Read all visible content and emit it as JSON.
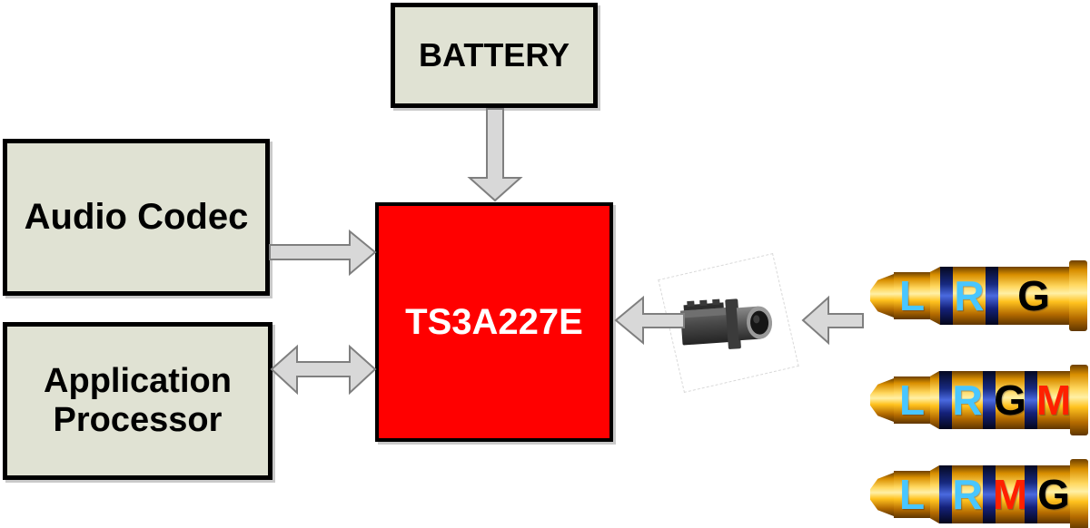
{
  "diagram": {
    "blocks": {
      "battery": "BATTERY",
      "audio_codec": "Audio Codec",
      "application_processor": "Application Processor",
      "chip": "TS3A227E"
    },
    "connections": [
      {
        "from": "BATTERY",
        "to": "TS3A227E",
        "direction": "down",
        "heads": "single"
      },
      {
        "from": "Audio Codec",
        "to": "TS3A227E",
        "direction": "right",
        "heads": "single"
      },
      {
        "from": "Application Processor",
        "to": "TS3A227E",
        "direction": "bidirectional",
        "heads": "double"
      },
      {
        "from": "audio-jack",
        "to": "TS3A227E",
        "direction": "left",
        "heads": "single"
      },
      {
        "from": "headset-plugs",
        "to": "audio-jack",
        "direction": "left",
        "heads": "single"
      }
    ],
    "colors": {
      "chip_fill": "#ff0000",
      "chip_text": "#ffffff",
      "block_fill": "#e0e2d3",
      "block_border": "#000000",
      "arrow_fill": "#d8d8d8",
      "arrow_stroke": "#7f7f7f",
      "plug_gold": "#ffc21e",
      "plug_ring_blue": "#17297f",
      "label_cyan": "#49c6ff",
      "label_red": "#ff2000",
      "label_black": "#000000"
    }
  },
  "plugs": [
    {
      "name": "plug-3-pole",
      "contacts": [
        {
          "char": "L",
          "color": "#49c6ff"
        },
        {
          "char": "R",
          "color": "#49c6ff"
        },
        {
          "char": "G",
          "color": "#000000"
        }
      ]
    },
    {
      "name": "plug-4-pole-g-before-m",
      "contacts": [
        {
          "char": "L",
          "color": "#49c6ff"
        },
        {
          "char": "R",
          "color": "#49c6ff"
        },
        {
          "char": "G",
          "color": "#000000"
        },
        {
          "char": "M",
          "color": "#ff2000"
        }
      ]
    },
    {
      "name": "plug-4-pole-m-before-g",
      "contacts": [
        {
          "char": "L",
          "color": "#49c6ff"
        },
        {
          "char": "R",
          "color": "#49c6ff"
        },
        {
          "char": "M",
          "color": "#ff2000"
        },
        {
          "char": "G",
          "color": "#000000"
        }
      ]
    }
  ]
}
